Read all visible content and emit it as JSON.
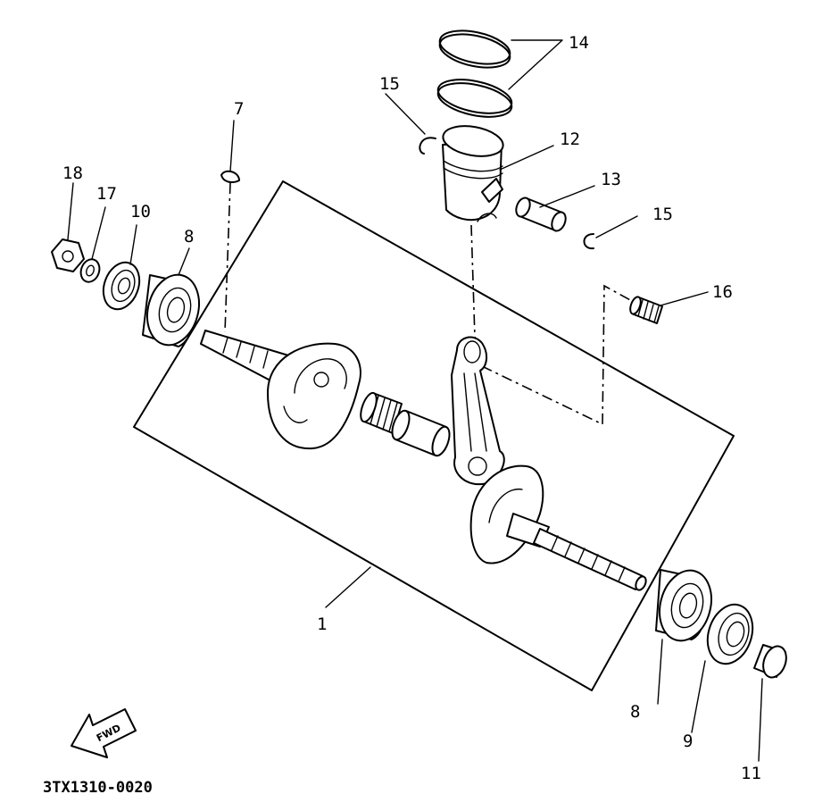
{
  "callouts": {
    "c1": "1",
    "c7": "7",
    "c8a": "8",
    "c8b": "8",
    "c9": "9",
    "c10": "10",
    "c11": "11",
    "c12": "12",
    "c13": "13",
    "c14": "14",
    "c15a": "15",
    "c15b": "15",
    "c16": "16",
    "c17": "17",
    "c18": "18"
  },
  "direction_arrow_label": "FWD",
  "diagram_code": "3TX1310-0020",
  "colors": {
    "ink": "#000000",
    "paper": "#ffffff"
  },
  "icons": {
    "direction": "forward-arrow-icon"
  }
}
